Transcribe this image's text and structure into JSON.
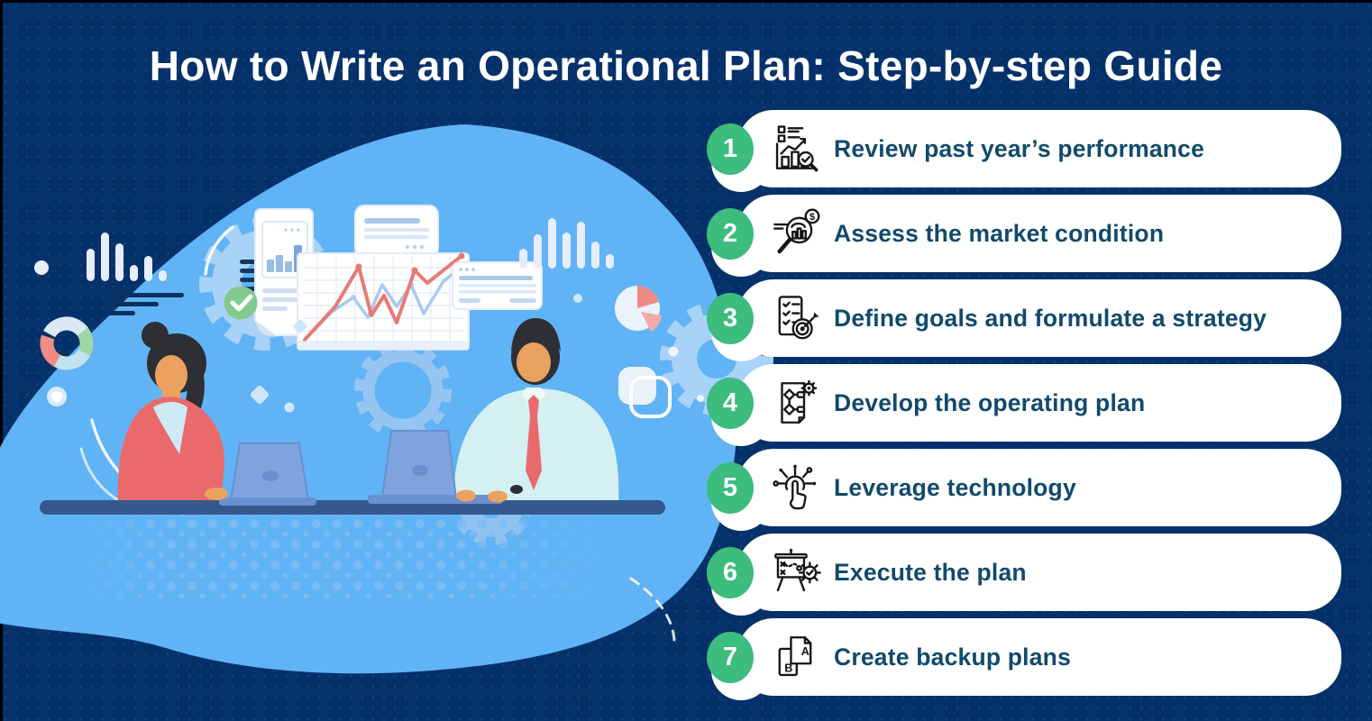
{
  "title": "How to Write an Operational Plan: Step-by-step Guide",
  "steps": [
    {
      "number": "1",
      "label": "Review past year’s performance",
      "icon": "chart-review-magnifier-icon"
    },
    {
      "number": "2",
      "label": "Assess the market condition",
      "icon": "market-analysis-magnifier-icon"
    },
    {
      "number": "3",
      "label": "Define goals and formulate a strategy",
      "icon": "goals-checklist-target-icon"
    },
    {
      "number": "4",
      "label": "Develop the operating plan",
      "icon": "plan-flowchart-gear-icon"
    },
    {
      "number": "5",
      "label": "Leverage technology",
      "icon": "touch-technology-network-icon"
    },
    {
      "number": "6",
      "label": "Execute the plan",
      "icon": "strategy-board-gear-icon"
    },
    {
      "number": "7",
      "label": "Create backup plans",
      "icon": "backup-plans-documents-icon"
    }
  ],
  "colors": {
    "background": "#04316a",
    "blob": "#60b3f5",
    "card": "#ffffff",
    "badge": "#3cbc7d",
    "step_text": "#114a6c",
    "title_text": "#ffffff"
  }
}
